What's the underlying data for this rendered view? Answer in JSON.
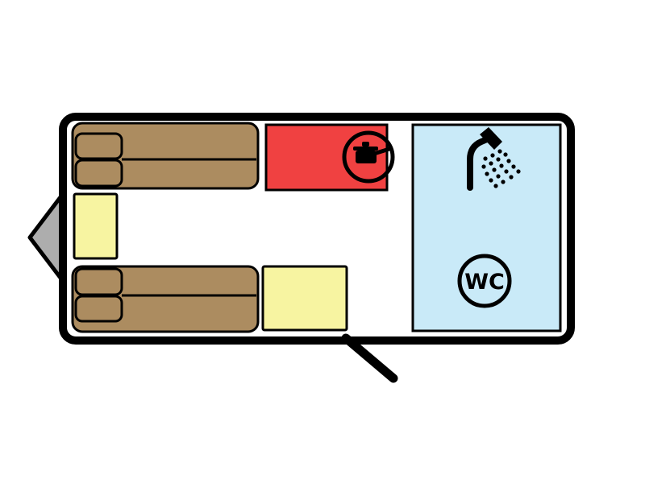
{
  "labels": {
    "wc": "WC"
  },
  "colors": {
    "canvas": "#FFFFFF",
    "outline": "#000000",
    "sofa": "#AC8C60",
    "table": "#F7F4A1",
    "kitchen": "#F04141",
    "bathroom": "#C9EAF8",
    "hitch": "#ADADAD",
    "icon": "#000000"
  },
  "icons": {
    "hob": "cooking-pot-icon",
    "shower": "shower-head-icon",
    "wc": "wc-circle-icon"
  },
  "regions": {
    "vehicle": "caravan-body",
    "front": "hitch-triangle",
    "seating_top": "sofa-top",
    "seating_bottom": "sofa-bottom",
    "table_left": "table-left",
    "cabinet_bottom": "cabinet-bottom",
    "kitchen": "kitchen-counter",
    "bathroom": "bathroom-floor",
    "entry": "door-swing-line"
  }
}
